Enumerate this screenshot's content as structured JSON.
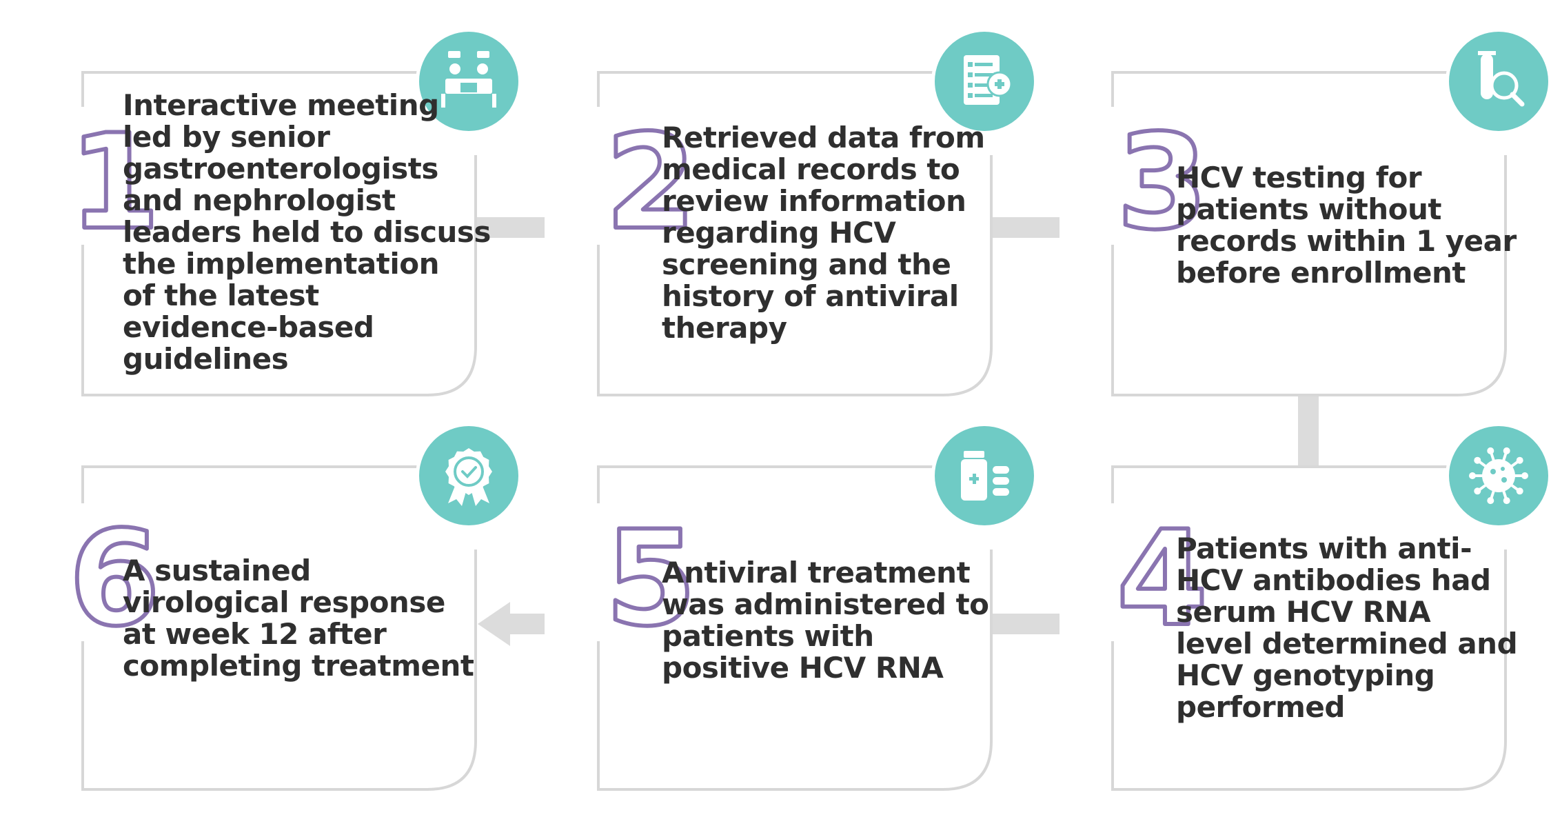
{
  "colors": {
    "box_border": "#d7d7d7",
    "connector": "#dcdcdc",
    "icon_circle": "#6fcbc5",
    "number_stroke": "#8a74b0",
    "text": "#2f2f2f"
  },
  "steps": [
    {
      "number": "1",
      "icon": "meeting-icon",
      "lines": [
        "Interactive meeting",
        "led by senior",
        "gastroenterologists",
        "and nephrologist",
        "leaders held to discuss",
        "the implementation",
        "of the latest",
        "evidence-based",
        "guidelines"
      ]
    },
    {
      "number": "2",
      "icon": "medical-records-icon",
      "lines": [
        "Retrieved data from",
        "medical records to",
        "review information",
        "regarding HCV",
        "screening and the",
        "history of antiviral",
        "therapy"
      ]
    },
    {
      "number": "3",
      "icon": "test-tube-search-icon",
      "lines": [
        "HCV testing for",
        "patients without",
        "records within 1 year",
        "before enrollment"
      ]
    },
    {
      "number": "4",
      "icon": "virus-icon",
      "lines": [
        "Patients with anti-",
        "HCV antibodies had",
        "serum HCV RNA",
        "level determined and",
        "HCV genotyping",
        "performed"
      ]
    },
    {
      "number": "5",
      "icon": "medicine-bottle-icon",
      "lines": [
        "Antiviral treatment",
        "was administered to",
        "patients with",
        "positive HCV RNA"
      ]
    },
    {
      "number": "6",
      "icon": "award-badge-icon",
      "lines": [
        "A sustained",
        "virological response",
        "at week 12 after",
        "completing treatment"
      ]
    }
  ]
}
